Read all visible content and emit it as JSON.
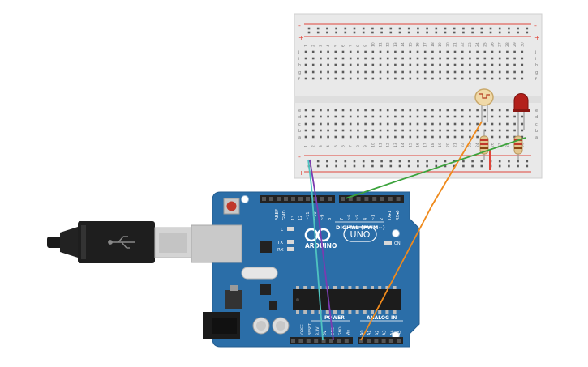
{
  "board": {
    "brand": "ARDUINO",
    "model": "UNO",
    "digital_label": "DIGITAL (PWM~)",
    "power_label": "POWER",
    "analog_label": "ANALOG IN",
    "on_label": "ON",
    "led_l": "L",
    "led_tx": "TX",
    "led_rx": "RX",
    "header_aref": "AREF",
    "header_gnd": "GND",
    "digital_pins": [
      "13",
      "12",
      "~11",
      "~10",
      "~9",
      "8",
      "7",
      "~6",
      "~5",
      "4",
      "~3",
      "2",
      "TX▸1",
      "RX◂0"
    ],
    "power_pins": [
      "IOREF",
      "RESET",
      "3.3V",
      "5V",
      "GND",
      "GND",
      "Vin"
    ],
    "analog_pins": [
      "A0",
      "A1",
      "A2",
      "A3",
      "A4",
      "A5"
    ]
  },
  "breadboard": {
    "row_letters_top": [
      "j",
      "i",
      "h",
      "g",
      "f"
    ],
    "row_letters_bottom": [
      "e",
      "d",
      "c",
      "b",
      "a"
    ],
    "columns": [
      "1",
      "2",
      "3",
      "4",
      "5",
      "6",
      "7",
      "8",
      "9",
      "10",
      "11",
      "12",
      "13",
      "14",
      "15",
      "16",
      "17",
      "18",
      "19",
      "20",
      "21",
      "22",
      "23",
      "24",
      "25",
      "26",
      "27",
      "28",
      "29",
      "30"
    ],
    "rail_plus": "+",
    "rail_minus": "-"
  },
  "colors": {
    "board": "#2b6ea8",
    "breadboard": "#ececec",
    "wire_orange": "#ef8a1c",
    "wire_green": "#3ca33c",
    "wire_teal": "#4fc4c0",
    "wire_purple": "#7a3bb0",
    "led_red": "#b3201b",
    "rail_red": "#e0453a"
  }
}
